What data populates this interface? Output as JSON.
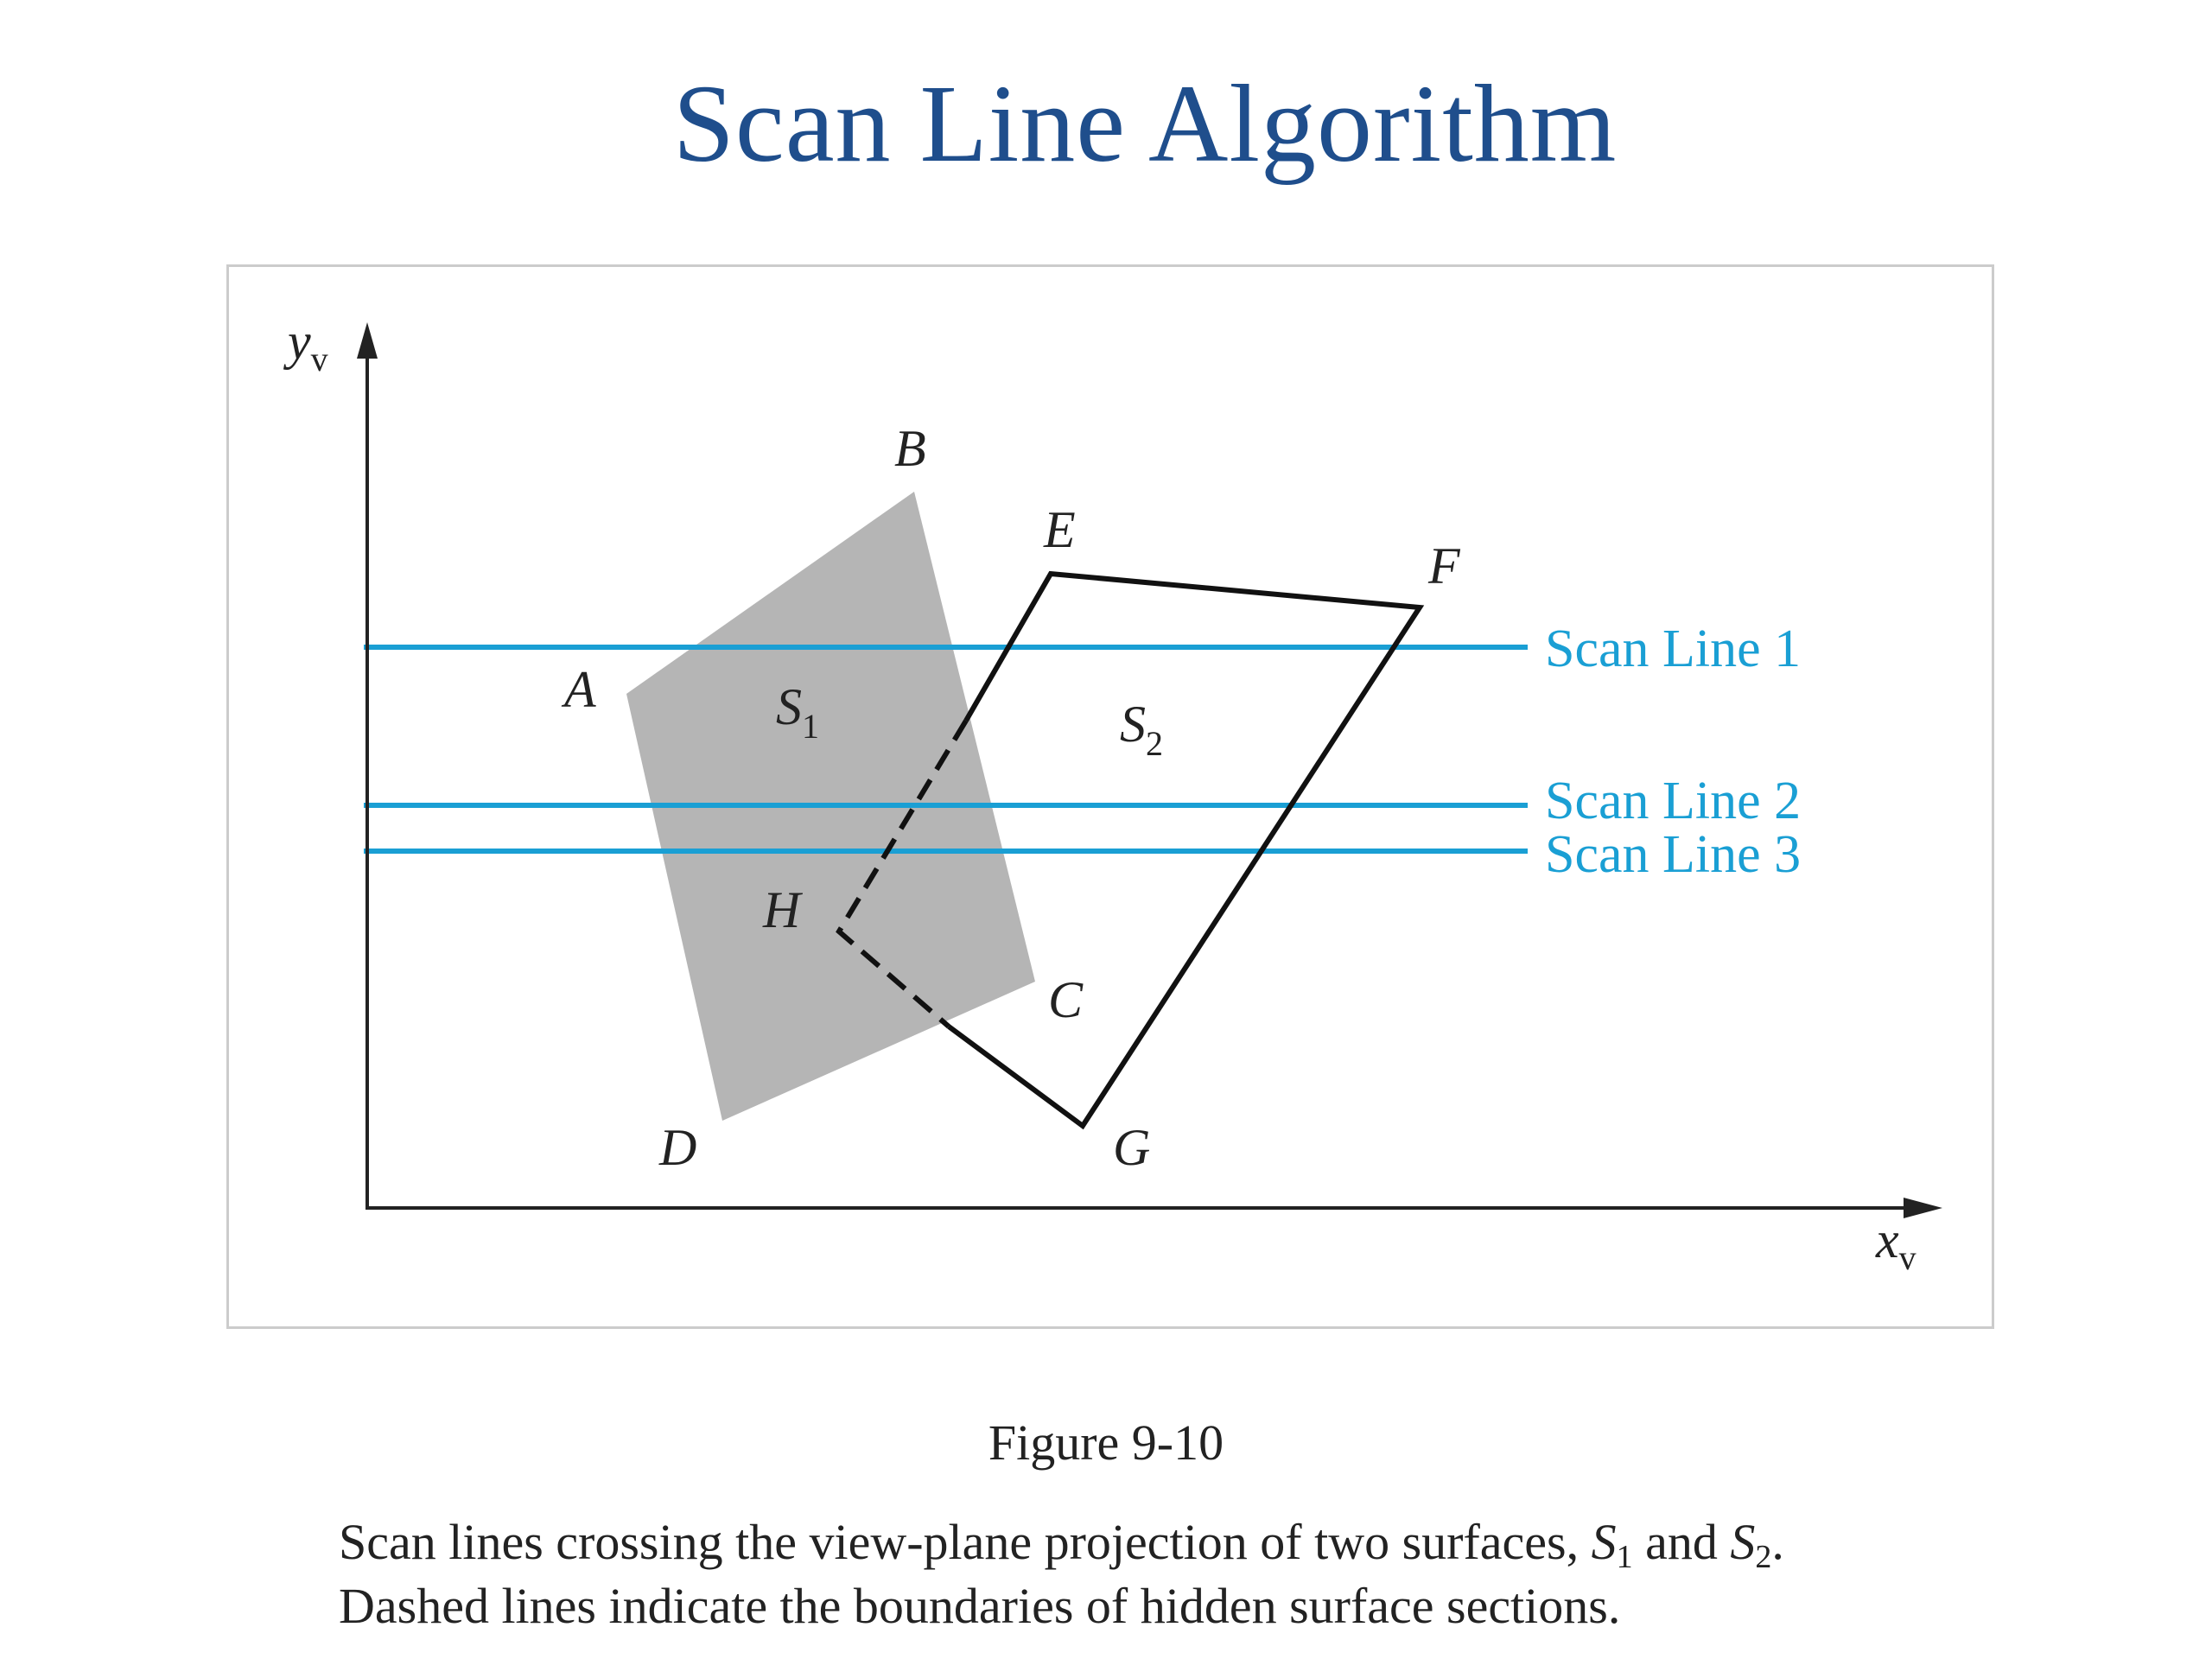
{
  "slide": {
    "title": "Scan Line Algorithm"
  },
  "diagram": {
    "axes": {
      "y_label": "y",
      "y_sub": "v",
      "x_label": "x",
      "x_sub": "v"
    },
    "vertices": {
      "A": "A",
      "B": "B",
      "C": "C",
      "D": "D",
      "E": "E",
      "F": "F",
      "G": "G",
      "H": "H"
    },
    "surfaces": [
      {
        "label": "S",
        "sub": "1",
        "fill": "#b5b5b5"
      },
      {
        "label": "S",
        "sub": "2",
        "fill": "none"
      }
    ],
    "scan_lines": [
      {
        "label": "Scan Line 1",
        "color": "#1a9fd4"
      },
      {
        "label": "Scan Line 2",
        "color": "#1a9fd4"
      },
      {
        "label": "Scan Line 3",
        "color": "#1a9fd4"
      }
    ]
  },
  "figure": {
    "number": "Figure 9-10",
    "caption": {
      "line1_text": "Scan lines crossing the view-plane projection of two surfaces, ",
      "s1_label": "S",
      "s1_sub": "1",
      "and_text": " and ",
      "s2_label": "S",
      "s2_sub": "2",
      "period": ".",
      "line2_text": "Dashed lines indicate the boundaries of hidden surface sections."
    }
  }
}
